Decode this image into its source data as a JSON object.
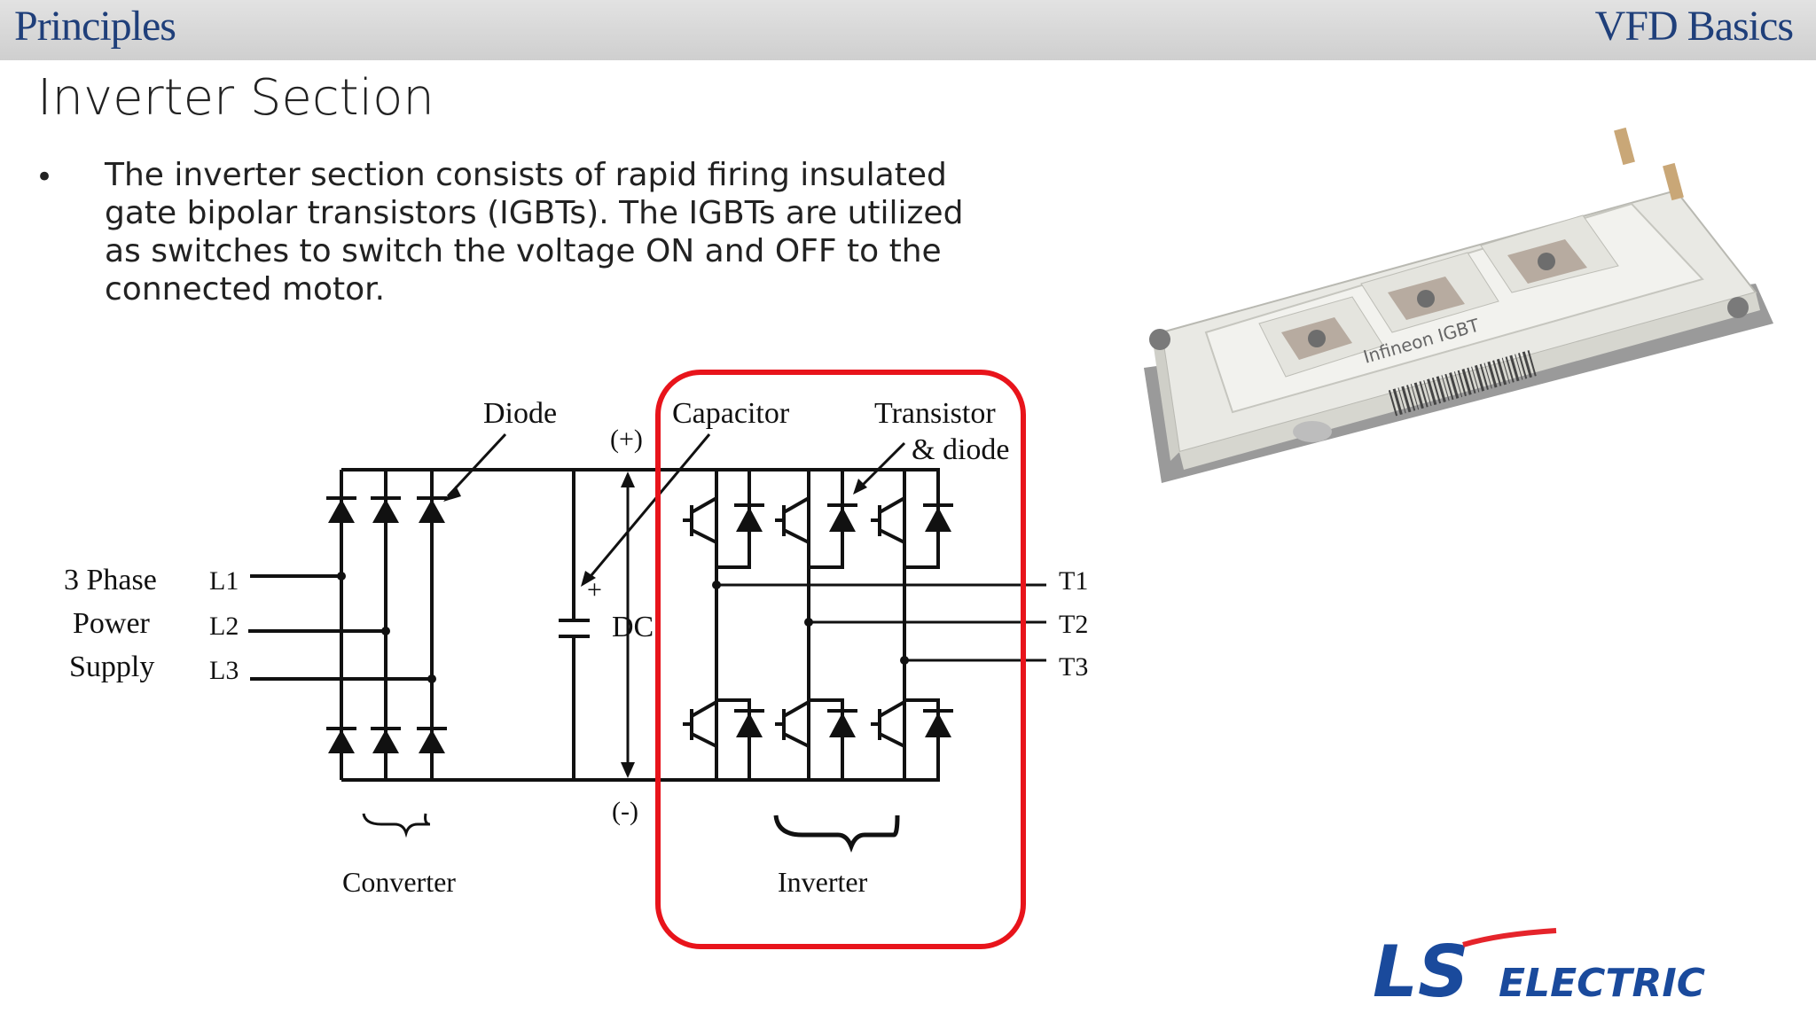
{
  "header": {
    "section_left": "Principles",
    "section_right": "VFD Basics"
  },
  "slide": {
    "title": "Inverter Section",
    "bullet": "The inverter section consists of rapid firing insulated gate bipolar transistors (IGBTs).  The IGBTs are utilized as switches to switch the voltage ON and OFF to the connected motor."
  },
  "diagram": {
    "label_diode": "Diode",
    "label_capacitor": "Capacitor",
    "label_transistor": "Transistor",
    "label_and_diode": "& diode",
    "label_plus": "(+)",
    "label_minus": "(-)",
    "label_dc": "DC",
    "label_cap_plus": "+",
    "supply_line1": "3 Phase",
    "supply_line2": "Power",
    "supply_line3": "Supply",
    "inputs": [
      "L1",
      "L2",
      "L3"
    ],
    "outputs": [
      "T1",
      "T2",
      "T3"
    ],
    "label_converter": "Converter",
    "label_inverter": "Inverter",
    "highlight_color": "#e8141b"
  },
  "photo": {
    "brand_text": "Infineon IGBT"
  },
  "logo": {
    "text_ls": "LS",
    "text_electric": "ELECTRIC",
    "color": "#1a4a9c",
    "accent": "#e5242b"
  }
}
